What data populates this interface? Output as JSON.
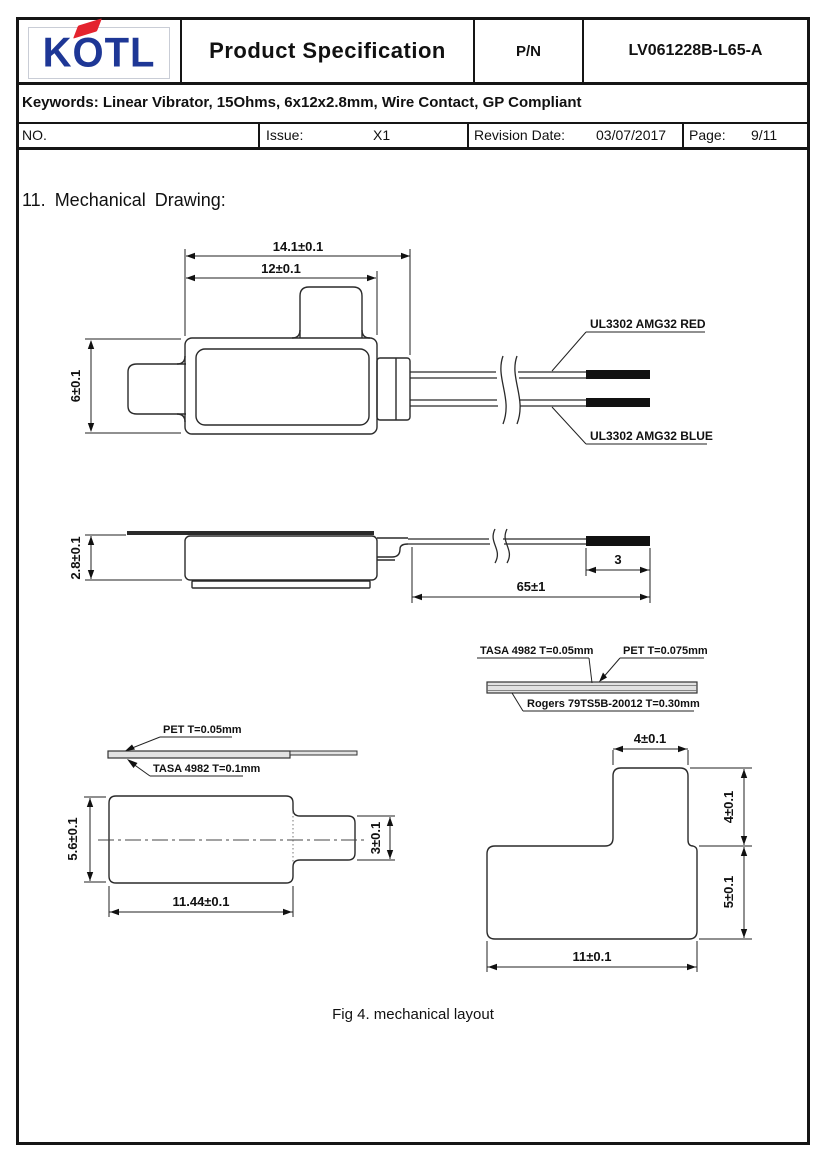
{
  "header": {
    "logo_text": "KOTL",
    "title": "Product Specification",
    "pn_label": "P/N",
    "part_number": "LV061228B-L65-A",
    "keywords": "Keywords: Linear Vibrator, 15Ohms, 6x12x2.8mm, Wire Contact, GP Compliant",
    "no_label": "NO.",
    "issue_label": "Issue:",
    "issue_value": "X1",
    "revision_label": "Revision Date:",
    "revision_value": "03/07/2017",
    "page_label": "Page:",
    "page_value": "9/11"
  },
  "section": {
    "heading": "11. Mechanical Drawing:",
    "caption": "Fig 4. mechanical layout"
  },
  "top_view": {
    "dim_width_outer": "14.1±0.1",
    "dim_width_body": "12±0.1",
    "dim_height": "6±0.1",
    "wire_red_label": "UL3302 AMG32 RED",
    "wire_blue_label": "UL3302 AMG32 BLUE"
  },
  "side_view": {
    "dim_thickness": "2.8±0.1",
    "dim_wire_length": "65±1",
    "dim_tip_length": "3"
  },
  "stack_right": {
    "layer_top_left": "TASA 4982 T=0.05mm",
    "layer_top_right": "PET T=0.075mm",
    "layer_bottom": "Rogers 79TS5B-20012 T=0.30mm"
  },
  "stack_left": {
    "layer_top": "PET T=0.05mm",
    "layer_bottom": "TASA 4982 T=0.1mm"
  },
  "key_shape": {
    "dim_height": "5.6±0.1",
    "dim_width": "11.44±0.1",
    "dim_tab_height": "3±0.1"
  },
  "l_shape": {
    "dim_tab_width": "4±0.1",
    "dim_tab_height": "4±0.1",
    "dim_body_height": "5±0.1",
    "dim_body_width": "11±0.1"
  },
  "colors": {
    "logo_blue": "#1e3796",
    "logo_red": "#e4232e",
    "line_color": "#1a1a1a"
  }
}
